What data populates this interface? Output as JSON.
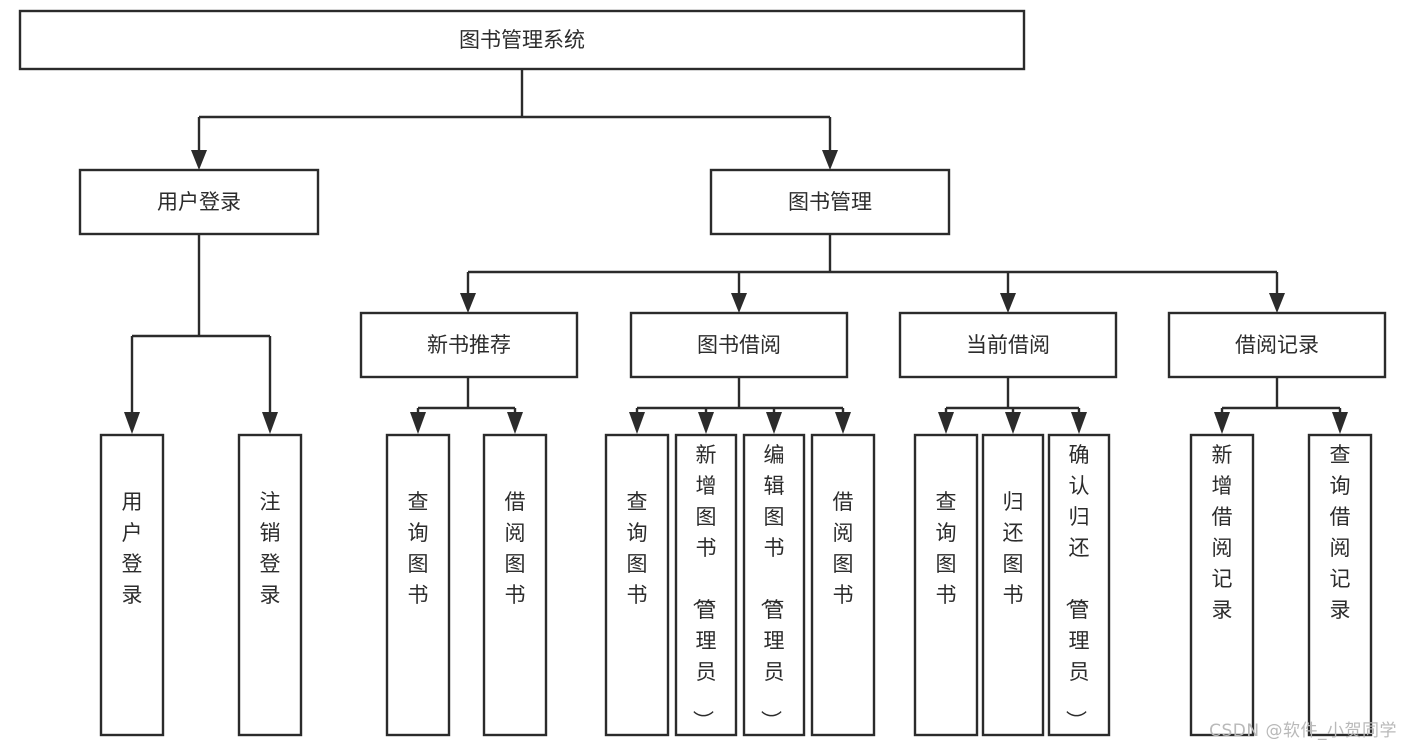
{
  "diagram": {
    "title": "图书管理系统",
    "type": "tree",
    "orientation": "top-down",
    "colors": {
      "box_fill": "#ffffff",
      "box_stroke": "#2b2b2b",
      "text": "#2c2c2c",
      "link": "#2b2b2b",
      "watermark": "#b9b9b9",
      "background": "#ffffff"
    },
    "root": {
      "id": "root",
      "label": "图书管理系统",
      "orientation": "horizontal"
    },
    "level2": [
      {
        "id": "user-login",
        "label": "用户登录",
        "orientation": "horizontal"
      },
      {
        "id": "book-manage",
        "label": "图书管理",
        "orientation": "horizontal"
      }
    ],
    "level3": [
      {
        "id": "new-book-recommend",
        "label": "新书推荐",
        "parent": "book-manage",
        "orientation": "horizontal"
      },
      {
        "id": "book-borrow",
        "label": "图书借阅",
        "parent": "book-manage",
        "orientation": "horizontal"
      },
      {
        "id": "current-borrow",
        "label": "当前借阅",
        "parent": "book-manage",
        "orientation": "horizontal"
      },
      {
        "id": "borrow-record",
        "label": "借阅记录",
        "parent": "book-manage",
        "orientation": "horizontal"
      }
    ],
    "leaves": [
      {
        "id": "leaf-user-login",
        "label": "用户登录",
        "parent": "user-login",
        "orientation": "vertical"
      },
      {
        "id": "leaf-user-logout",
        "label": "注销登录",
        "parent": "user-login",
        "orientation": "vertical"
      },
      {
        "id": "leaf-rec-query-book",
        "label": "查询图书",
        "parent": "new-book-recommend",
        "orientation": "vertical"
      },
      {
        "id": "leaf-rec-borrow-book",
        "label": "借阅图书",
        "parent": "new-book-recommend",
        "orientation": "vertical"
      },
      {
        "id": "leaf-bor-query-book",
        "label": "查询图书",
        "parent": "book-borrow",
        "orientation": "vertical"
      },
      {
        "id": "leaf-bor-add-book",
        "label": "新增图书（管理员）",
        "parent": "book-borrow",
        "orientation": "vertical"
      },
      {
        "id": "leaf-bor-edit-book",
        "label": "编辑图书（管理员）",
        "parent": "book-borrow",
        "orientation": "vertical"
      },
      {
        "id": "leaf-bor-borrow-book",
        "label": "借阅图书",
        "parent": "book-borrow",
        "orientation": "vertical"
      },
      {
        "id": "leaf-cur-query-book",
        "label": "查询图书",
        "parent": "current-borrow",
        "orientation": "vertical"
      },
      {
        "id": "leaf-cur-return-book",
        "label": "归还图书",
        "parent": "current-borrow",
        "orientation": "vertical"
      },
      {
        "id": "leaf-cur-confirm",
        "label": "确认归还（管理员）",
        "parent": "current-borrow",
        "orientation": "vertical"
      },
      {
        "id": "leaf-rec-add-record",
        "label": "新增借阅记录",
        "parent": "borrow-record",
        "orientation": "vertical"
      },
      {
        "id": "leaf-rec-query-record",
        "label": "查询借阅记录",
        "parent": "borrow-record",
        "orientation": "vertical"
      }
    ]
  },
  "watermark": {
    "text": "CSDN @软件_小贺同学"
  }
}
